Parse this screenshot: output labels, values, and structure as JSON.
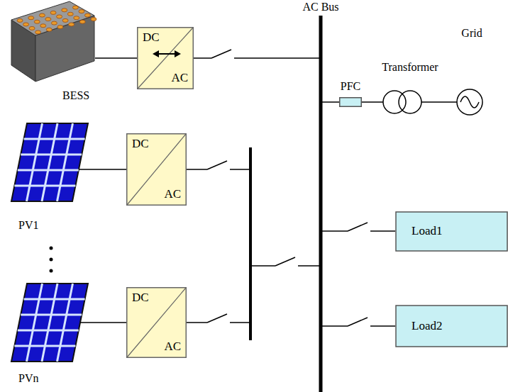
{
  "diagram": {
    "nodes": [
      {
        "text": [
          "BESS"
        ]
      },
      {
        "text": [
          "DC",
          "AC"
        ]
      },
      {
        "text": [
          "PV1"
        ]
      },
      {
        "text": [
          "DC",
          "AC"
        ]
      },
      {
        "text": [
          "PVn"
        ]
      },
      {
        "text": [
          "DC",
          "AC"
        ]
      },
      {
        "text": [
          "PFC"
        ]
      },
      {
        "text": [
          "Load1"
        ]
      },
      {
        "text": [
          "Load2"
        ]
      }
    ],
    "edges": [
      {
        "from": 0,
        "to": 1,
        "arrow": "none"
      },
      {
        "from": 2,
        "to": 3,
        "arrow": "none"
      },
      {
        "from": 4,
        "to": 5,
        "arrow": "none"
      }
    ],
    "labels": [
      "AC Bus",
      "Transformer",
      "Grid"
    ]
  }
}
